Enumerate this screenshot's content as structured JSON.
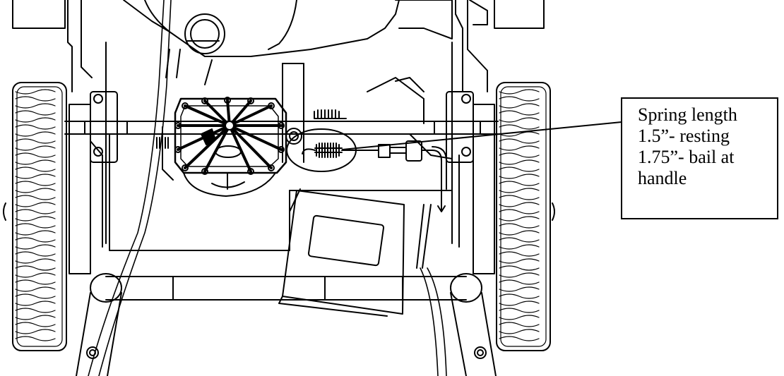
{
  "callout": {
    "lines": [
      "Spring length",
      "1.5”- resting",
      "1.75”- bail at",
      "handle"
    ]
  },
  "colors": {
    "ink": "#000000",
    "paper": "#ffffff"
  },
  "icons": [
    "spring-icon",
    "gearbox-icon",
    "wheel-icon"
  ]
}
